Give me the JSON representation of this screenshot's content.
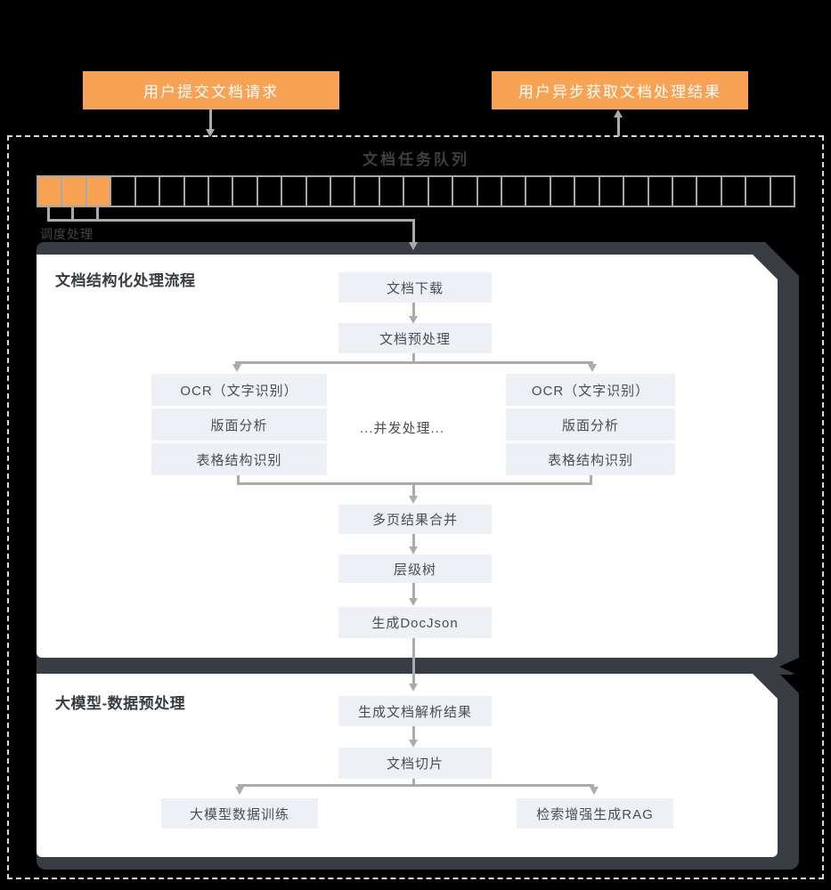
{
  "colors": {
    "background": "#000000",
    "accent_orange": "#F8A254",
    "panel_dark": "#383D43",
    "box_bg": "#EDF1F6",
    "box_text": "#4A4E54",
    "line_gray": "#ABABAB",
    "queue_border": "#A8A8A8",
    "dark_label": "#454545",
    "dashed_border": "#D8D8D8",
    "white_text": "#FFFFFF"
  },
  "actors": {
    "submit_request": "用户提交文档请求",
    "fetch_result": "用户异步获取文档处理结果"
  },
  "queue": {
    "title": "文档任务队列",
    "scheduler_label": "调度处理",
    "total_cells": 31,
    "filled_cells": 3
  },
  "panel_structuring": {
    "title": "文档结构化处理流程",
    "download": "文档下载",
    "preprocess": "文档预处理",
    "concurrent_label": "...并发处理...",
    "parallel_stack": [
      "OCR（文字识别）",
      "版面分析",
      "表格结构识别"
    ],
    "merge": "多页结果合并",
    "tree": "层级树",
    "docjson": "生成DocJson"
  },
  "panel_llm": {
    "title": "大模型-数据预处理",
    "parse_result": "生成文档解析结果",
    "slice": "文档切片",
    "train": "大模型数据训练",
    "rag": "检索增强生成RAG"
  }
}
